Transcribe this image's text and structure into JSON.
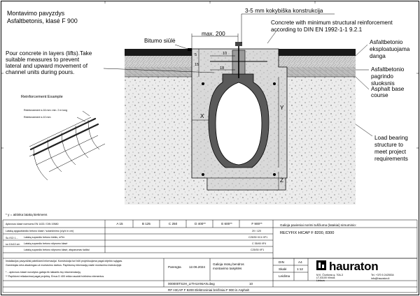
{
  "title": {
    "line1": "Montavimo pavyzdys",
    "line2": "Asfaltbetonis, klasė F 900"
  },
  "callouts": {
    "structure": "3-5 mm kokybiška konstrukcija",
    "concrete": [
      "Concrete with minimum structural reinforcement",
      "according to DIN EN 1992-1-1 9.2.1"
    ],
    "bitumen": "Bitumo siūlė",
    "max_width": "max. 200",
    "pour": [
      "Pour concrete in layers (lifts).Take",
      "suitable measures to prevent",
      "lateral and upward movement of",
      "channel units during pours."
    ],
    "asphalt_surface": [
      "Asfaltbetonio",
      "eksploatuojama",
      "danga"
    ],
    "asphalt_base": [
      "Asfaltbetonio",
      "pagrindo",
      "sluoksnis"
    ],
    "asphalt_course": [
      "Asphalt base",
      "course"
    ],
    "load_bearing": [
      "Load bearing",
      "structure to",
      "meet project",
      "requirements"
    ]
  },
  "dims": {
    "d5": "5",
    "d10": "10",
    "d15": "15",
    "d18": "18",
    "x": "X",
    "y": "Y",
    "z": "Z"
  },
  "reinforcement": {
    "title": "Reinforcement Example",
    "bar16": "Reinforcement ᴓ 16 mm: min. 2 m long",
    "bar10": "Reinforcement ᴓ 10 mm"
  },
  "footnote": "* y = atitinka lataką kiekmens",
  "table": {
    "header_row": "Apkrovos klasė normoms EN 1433 / DIN 19580",
    "classes": [
      "A 15",
      "B 125",
      "C 250",
      "D 400**",
      "E 600**",
      "F 900**"
    ],
    "rows": [
      {
        "label": "Lataką apgaubiančio betono klasė / sutankinimo (x/y/z in cm)",
        "value": "20 / 120"
      },
      {
        "label": "Lataką supančio betono kiekis, m³/m",
        "value": "C25/30 XC4 XF1"
      },
      {
        "label": "Lataką supančio betono stiprumo klasė",
        "value": "C 35/45 XF4"
      },
      {
        "label": "Lataką supančio betono stiprumo klasė, atsparumas šalčiui",
        "value": "C25/30 XF1"
      }
    ],
    "subnotes": [
      "Su ISO 1...",
      "su 10x10 cm"
    ],
    "disclaimer": [
      "Instaliacijos pavyzdžiai pateikiami informacijai. Konstrukcija turi būti projektuojama pagal objekto sąlygas.",
      "Gamintojas nėra atsakingas už montavimo darbus. Papildomą informaciją rasite montavimo instrukcijoje.",
      "* ...apkrovos klasei nurodytos galioja tik laikantis šių rekomendacijų.",
      "** Papildomi reikalavimai pagal projektą. Ėmus D 400 reikia naudoti tvirtinimo elementus."
    ],
    "prepared_label": "Parengta",
    "prepared_date": "12.06.2024",
    "right_note": [
      "Galioja mūsų bendros",
      "montavimo taisyklės"
    ],
    "doc_no": "000000TS2H_LITHUANIAN.dwg",
    "page": "10",
    "file": "RF HICAP F 8200 Elektroniniai brėžiniai F 900 in Asphalt",
    "product_head": "Galioja pavieniai norimi tuščiuma (latakiai) simuminio:",
    "product": "RECYFIX HICAP F 8200, 8300",
    "din_label": "DIN",
    "din_value": "A4",
    "scale_label": "Skalė",
    "scale_value": "1:12",
    "edition_label": "Leidima",
    "brand": "hauraton",
    "address": [
      "M.K. Čiurlionio g. 70A-3",
      "LT-03100 Vilnius",
      "Lietuva"
    ],
    "phone": [
      "Tel. +370 5 2425534",
      "info@hauraton.lt"
    ]
  }
}
